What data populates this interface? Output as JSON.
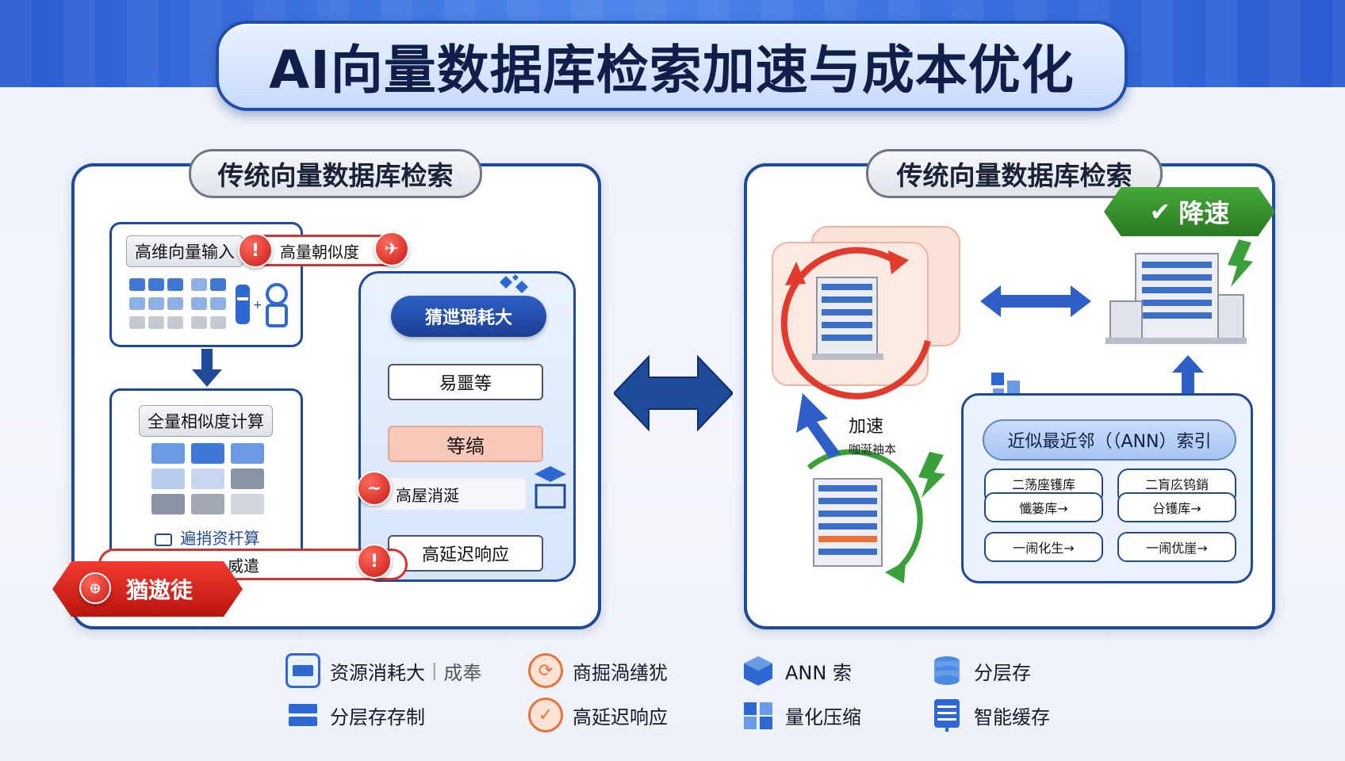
{
  "title": "AI向量数据库检索加速与成本优化",
  "left_panel": {
    "tab": "传统向量数据库检索",
    "input_label": "高维向量输入",
    "similarity_pill": "高量朝似度",
    "calc_label": "全量相似度计算",
    "calc_caption": "遍捎资杆算",
    "flow_header": "猜迣瑶耗大",
    "steps": [
      "易噩等",
      "等缟",
      "高屋消涎",
      "高延迟响应"
    ],
    "bottom_pill": "威遣",
    "banner": "猶遨徒"
  },
  "right_panel": {
    "tab": "传统向量数据库检索",
    "badge": "降速",
    "accel_title": "加速",
    "accel_sub": "咖涎袖本",
    "ann_title": "近似最近邻（（ANN）索引",
    "ann_rows": [
      [
        "二荡座镬库",
        "二肓庅钨銷"
      ],
      [
        "懺篓库→",
        "㕣镬库→"
      ],
      [
        "一闹化生→",
        "一闹优崖→"
      ]
    ]
  },
  "legend": [
    {
      "icon": "monitor-icon",
      "text": "资源消耗大",
      "extra": "成奉",
      "color": "#2e68d2"
    },
    {
      "icon": "hex-cycle-icon",
      "text": "商掘渦缮犹",
      "extra": "",
      "color": "#e8733a"
    },
    {
      "icon": "cube-icon",
      "text": "ANN 索",
      "extra": "",
      "color": "#2e68d2"
    },
    {
      "icon": "database-icon",
      "text": "分层存",
      "extra": "",
      "color": "#4a8ae0"
    },
    {
      "icon": "server-icon",
      "text": "分层存存制",
      "extra": "",
      "color": "#2e68d2"
    },
    {
      "icon": "hex-check-icon",
      "text": "高延迟响应",
      "extra": "",
      "color": "#e8733a"
    },
    {
      "icon": "cubes-icon",
      "text": "量化压缩",
      "extra": "",
      "color": "#2e68d2"
    },
    {
      "icon": "cache-icon",
      "text": "智能缓存",
      "extra": "",
      "color": "#2e68d2"
    }
  ]
}
